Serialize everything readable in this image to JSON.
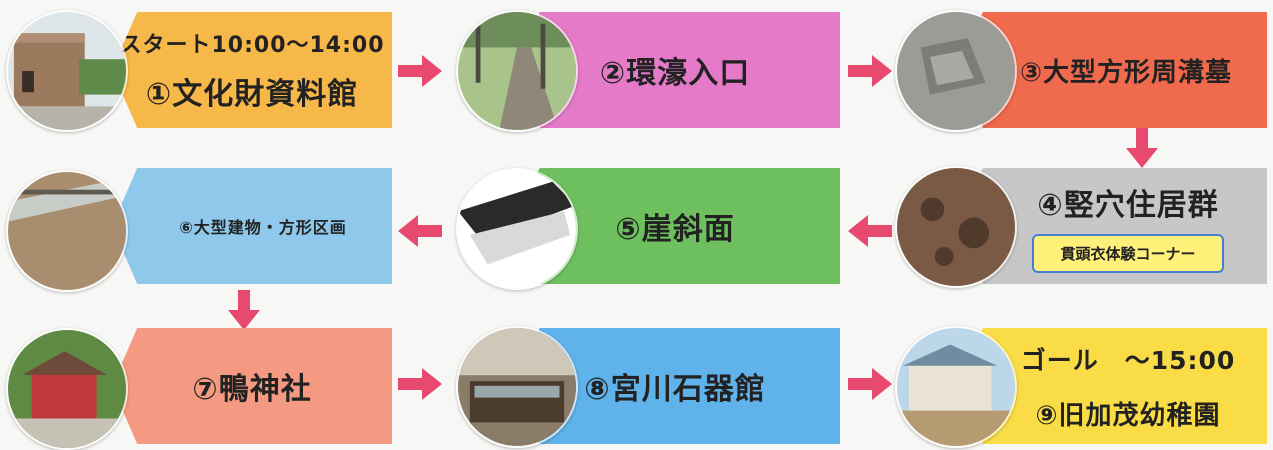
{
  "colors": {
    "arrow": "#e8496f",
    "s1": "#f7b84a",
    "s2": "#e57ac8",
    "s3": "#f06a4e",
    "s4": "#c7c7c7",
    "s5": "#6ec05f",
    "s6": "#8ec9ec",
    "s7": "#f59a82",
    "s8": "#5fb2ea",
    "s9": "#fadd46"
  },
  "stations": [
    {
      "id": "1",
      "subline": "スタート10:00～14:00",
      "title": "①文化財資料館",
      "photo_icon": "museum-building-photo"
    },
    {
      "id": "2",
      "title": "②環濠入口",
      "photo_icon": "moat-path-photo"
    },
    {
      "id": "3",
      "title": "③大型方形周溝墓",
      "photo_icon": "burial-mound-photo"
    },
    {
      "id": "4",
      "title": "④竪穴住居群",
      "badge": "貫頭衣体験コーナー",
      "photo_icon": "pit-dwellings-photo"
    },
    {
      "id": "5",
      "title": "⑤崖斜面",
      "photo_icon": "cliff-slope-photo"
    },
    {
      "id": "6",
      "title": "⑥大型建物・方形区画",
      "photo_icon": "large-building-site-photo"
    },
    {
      "id": "7",
      "title": "⑦鴨神社",
      "photo_icon": "shrine-photo"
    },
    {
      "id": "8",
      "title": "⑧宮川石器館",
      "photo_icon": "stone-tool-museum-photo"
    },
    {
      "id": "9",
      "subline": "ゴール　～15:00",
      "title": "⑨旧加茂幼稚園",
      "photo_icon": "former-kindergarten-photo"
    }
  ]
}
